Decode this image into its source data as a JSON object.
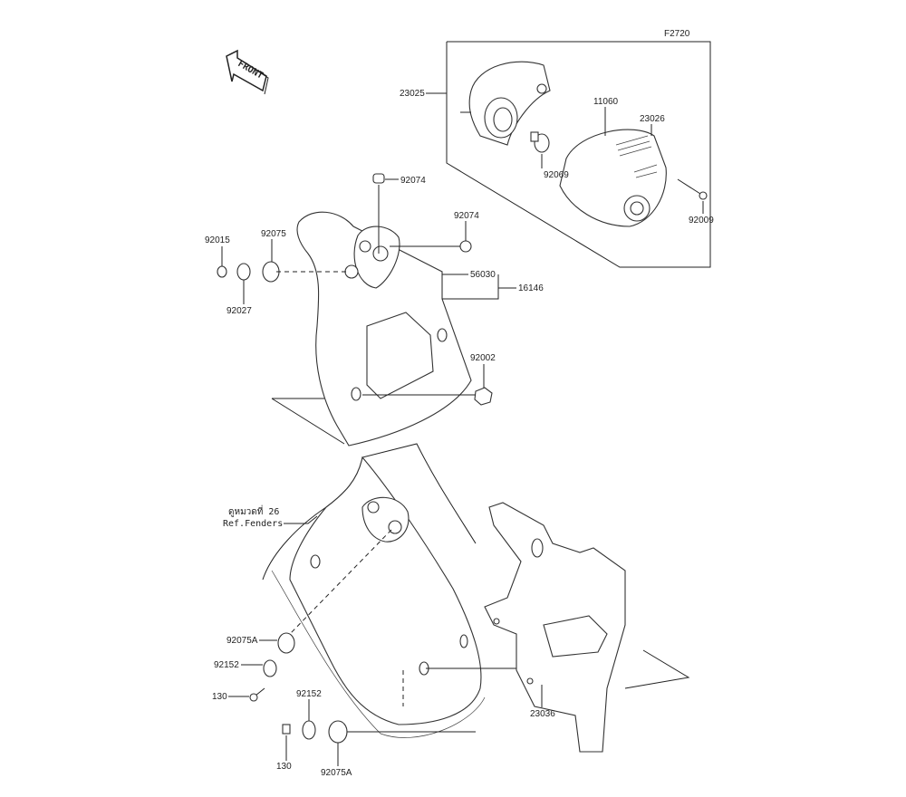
{
  "figure_code": "F2720",
  "front_label": "FRONT",
  "reference": {
    "thai": "ดูหมวดที่ 26",
    "text": "Ref.Fenders"
  },
  "callouts": {
    "c23025": "23025",
    "c11060": "11060",
    "c23026": "23026",
    "c92069": "92069",
    "c92009": "92009",
    "c92074a": "92074",
    "c92074b": "92074",
    "c92015": "92015",
    "c92075": "92075",
    "c56030": "56030",
    "c16146": "16146",
    "c92027": "92027",
    "c92002": "92002",
    "c92075A_a": "92075A",
    "c92152_a": "92152",
    "c130_a": "130",
    "c92152_b": "92152",
    "c130_b": "130",
    "c92075A_b": "92075A",
    "c23036": "23036"
  }
}
